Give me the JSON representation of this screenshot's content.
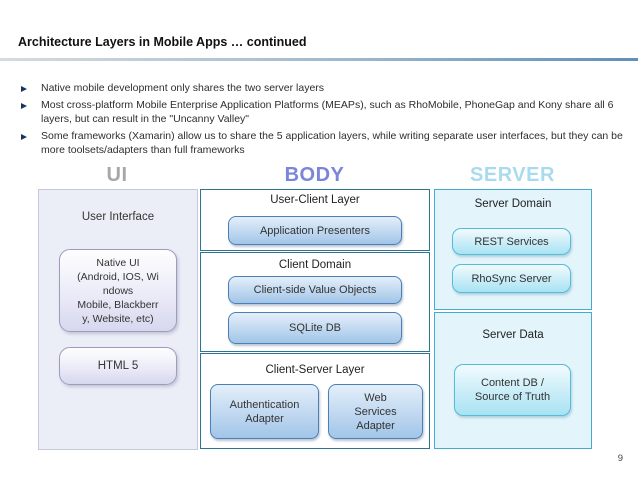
{
  "slide": {
    "title": "Architecture Layers in Mobile Apps … continued",
    "page_number": "9"
  },
  "bullets": [
    {
      "text": "Native mobile development only shares the two server layers"
    },
    {
      "text": "Most cross-platform Mobile Enterprise Application Platforms (MEAPs), such as RhoMobile, PhoneGap and Kony share all 6 layers, but can result in the \"Uncanny Valley\""
    },
    {
      "text": "Some frameworks (Xamarin) allow us to share the 5 application layers, while writing separate user interfaces, but they can be more toolsets/adapters than full frameworks"
    }
  ],
  "diagram": {
    "headers": {
      "ui": "UI",
      "body": "BODY",
      "server": "SERVER"
    },
    "ui": {
      "panel_title": "User Interface",
      "boxes": [
        {
          "label": "Native UI\n(Android, IOS, Wi\nndows\nMobile, Blackberr\ny, Website, etc)"
        },
        {
          "label": "HTML 5"
        }
      ]
    },
    "body_sections": [
      {
        "title": "User-Client Layer",
        "boxes": [
          {
            "label": "Application Presenters"
          }
        ]
      },
      {
        "title": "Client Domain",
        "boxes": [
          {
            "label": "Client-side Value Objects"
          },
          {
            "label": "SQLite DB"
          }
        ]
      },
      {
        "title": "Client-Server Layer",
        "boxes": [
          {
            "label": "Authentication Adapter"
          },
          {
            "label": "Web\nServices\nAdapter"
          }
        ]
      }
    ],
    "server_sections": [
      {
        "title": "Server Domain",
        "boxes": [
          {
            "label": "REST Services"
          },
          {
            "label": "RhoSync Server"
          }
        ]
      },
      {
        "title": "Server Data",
        "boxes": [
          {
            "label": "Content DB /\nSource of Truth"
          }
        ]
      }
    ],
    "colors": {
      "ui_header": "#a7a7a7",
      "body_header": "#7b85da",
      "server_header": "#a9dbf0",
      "body_section_border": "#2e7392",
      "server_section_border": "#46a9cf",
      "blue_box_border": "#4a80b5",
      "cyan_box_border": "#54bbd9",
      "bullet_marker": "#17365d",
      "title_rule": "#5e90ba"
    }
  }
}
